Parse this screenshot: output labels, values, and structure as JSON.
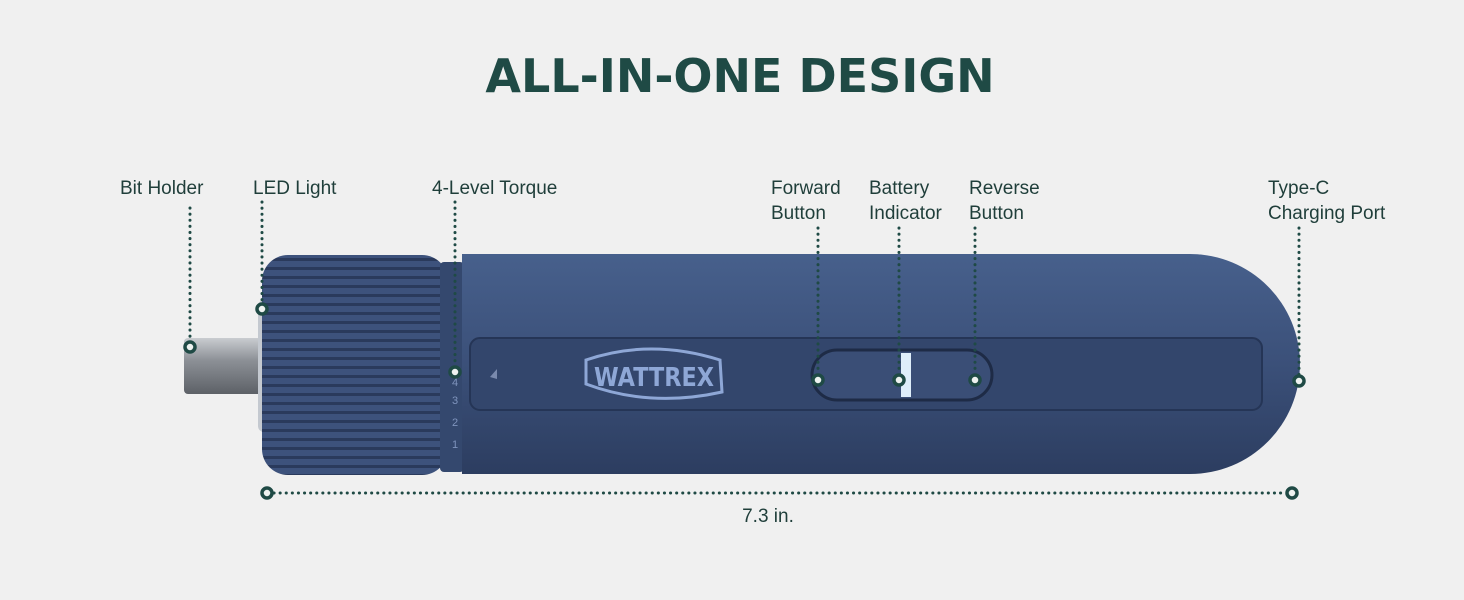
{
  "title": "ALL-IN-ONE DESIGN",
  "callouts": {
    "bit_holder": "Bit Holder",
    "led_light": "LED Light",
    "torque": "4-Level Torque",
    "forward": [
      "Forward",
      "Button"
    ],
    "battery": [
      "Battery",
      "Indicator"
    ],
    "reverse": [
      "Reverse",
      "Button"
    ],
    "type_c": [
      "Type-C",
      "Charging Port"
    ]
  },
  "dimension": "7.3 in.",
  "product": {
    "logo": "WATTREX",
    "torque_scale": [
      "1",
      "2",
      "3",
      "4"
    ],
    "body_color": "#3b5079",
    "accent_color": "#1f4a45"
  }
}
